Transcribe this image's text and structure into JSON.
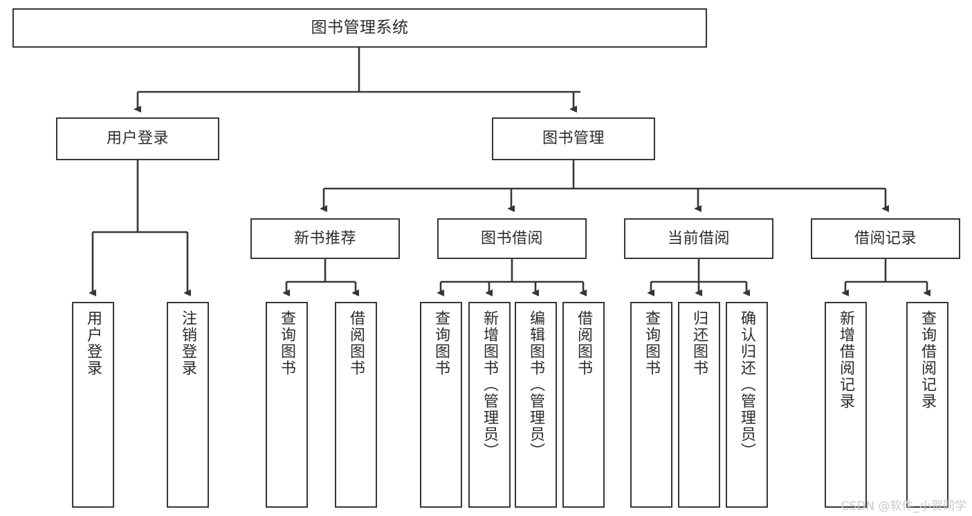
{
  "diagram": {
    "type": "tree",
    "title": "图书管理系统",
    "watermark": "CSDN @软件_小贺同学",
    "colors": {
      "box_border": "#33363a",
      "box_fill": "#ffffff",
      "connector": "#33363a",
      "text": "#2b2b2b",
      "watermark": "#c9c9c9"
    },
    "nodes": {
      "root": {
        "label": "图书管理系统"
      },
      "level1": [
        {
          "id": "user-login",
          "label": "用户登录"
        },
        {
          "id": "book-manage",
          "label": "图书管理"
        }
      ],
      "level2": [
        {
          "id": "new-book-recommend",
          "label": "新书推荐"
        },
        {
          "id": "book-borrow",
          "label": "图书借阅"
        },
        {
          "id": "current-borrow",
          "label": "当前借阅"
        },
        {
          "id": "borrow-record",
          "label": "借阅记录"
        }
      ],
      "leaves": {
        "user-login": [
          {
            "id": "leaf-user-login",
            "label": "用户登录"
          },
          {
            "id": "leaf-logout-login",
            "label": "注销登录"
          }
        ],
        "new-book-recommend": [
          {
            "id": "leaf-query-book-1",
            "label": "查询图书"
          },
          {
            "id": "leaf-borrow-book-1",
            "label": "借阅图书"
          }
        ],
        "book-borrow": [
          {
            "id": "leaf-query-book-2",
            "label": "查询图书"
          },
          {
            "id": "leaf-add-book",
            "label": "新增图书（管理员）"
          },
          {
            "id": "leaf-edit-book",
            "label": "编辑图书（管理员）"
          },
          {
            "id": "leaf-borrow-book-2",
            "label": "借阅图书"
          }
        ],
        "current-borrow": [
          {
            "id": "leaf-query-book-3",
            "label": "查询图书"
          },
          {
            "id": "leaf-return-book",
            "label": "归还图书"
          },
          {
            "id": "leaf-confirm-return",
            "label": "确认归还（管理员）"
          }
        ],
        "borrow-record": [
          {
            "id": "leaf-add-record",
            "label": "新增借阅记录"
          },
          {
            "id": "leaf-query-record",
            "label": "查询借阅记录"
          }
        ]
      }
    }
  }
}
